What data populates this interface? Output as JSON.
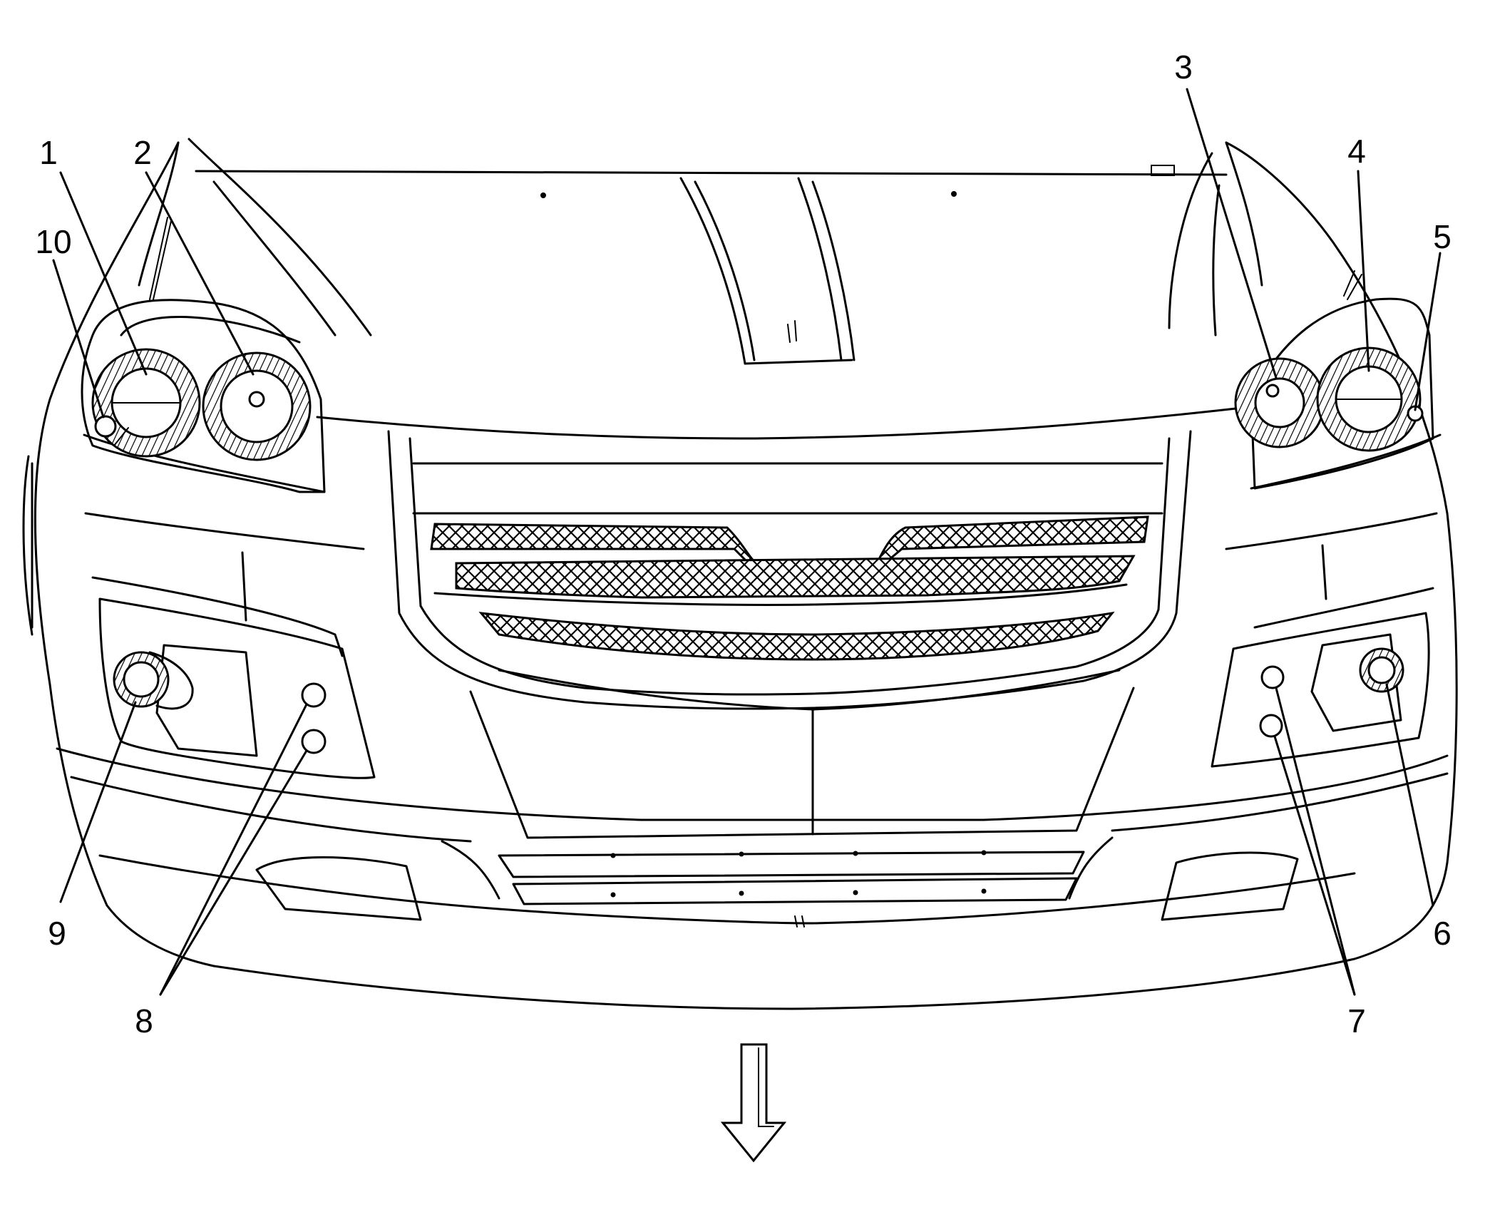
{
  "callouts": [
    {
      "id": "1",
      "label": "1"
    },
    {
      "id": "2",
      "label": "2"
    },
    {
      "id": "3",
      "label": "3"
    },
    {
      "id": "4",
      "label": "4"
    },
    {
      "id": "5",
      "label": "5"
    },
    {
      "id": "6",
      "label": "6"
    },
    {
      "id": "7",
      "label": "7"
    },
    {
      "id": "8",
      "label": "8"
    },
    {
      "id": "9",
      "label": "9"
    },
    {
      "id": "10",
      "label": "10"
    }
  ],
  "icons": {
    "direction_arrow": "arrow-down-icon"
  }
}
